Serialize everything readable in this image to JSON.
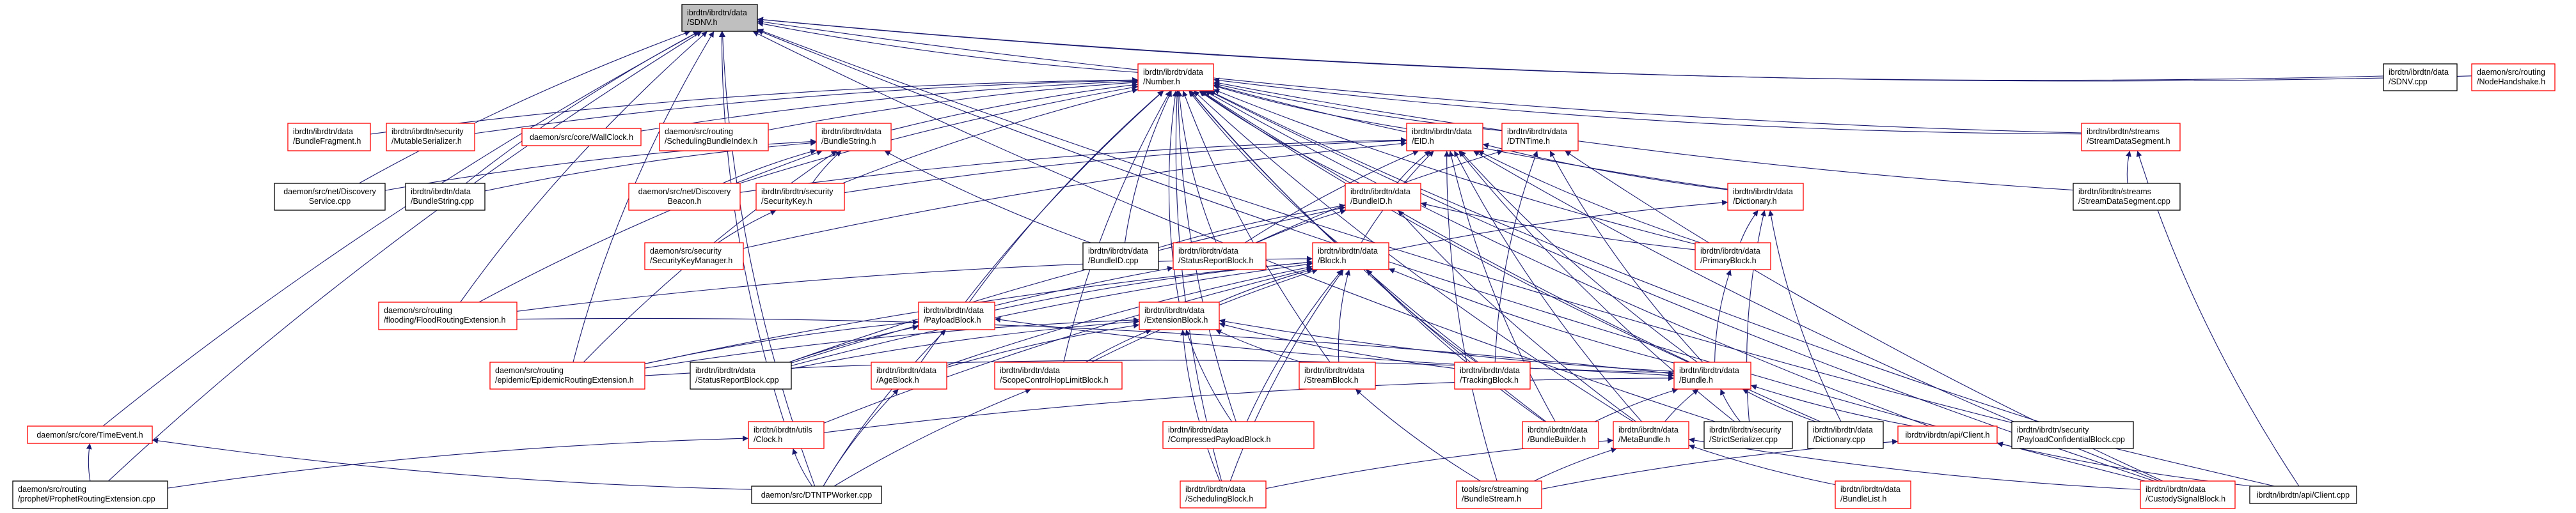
{
  "colors": {
    "edge": "#191970",
    "node_border_linked": "#ff0000",
    "node_border_plain": "#000000",
    "root_fill": "#bfbfbf"
  },
  "nodes": [
    {
      "id": "sdnv_h",
      "lines": [
        "ibrdtn/ibrdtn/data",
        "/SDNV.h"
      ],
      "style": "gray"
    },
    {
      "id": "number_h",
      "lines": [
        "ibrdtn/ibrdtn/data",
        "/Number.h"
      ],
      "style": "red"
    },
    {
      "id": "bundlefragment_h",
      "lines": [
        "ibrdtn/ibrdtn/data",
        "/BundleFragment.h"
      ],
      "style": "red"
    },
    {
      "id": "mutableserializer_h",
      "lines": [
        "ibrdtn/ibrdtn/security",
        "/MutableSerializer.h"
      ],
      "style": "red"
    },
    {
      "id": "wallclock_h",
      "lines": [
        "daemon/src/core/WallClock.h"
      ],
      "style": "red"
    },
    {
      "id": "schedidx_h",
      "lines": [
        "daemon/src/routing",
        "/SchedulingBundleIndex.h"
      ],
      "style": "red"
    },
    {
      "id": "bundlestring_h",
      "lines": [
        "ibrdtn/ibrdtn/data",
        "/BundleString.h"
      ],
      "style": "red"
    },
    {
      "id": "eid_h",
      "lines": [
        "ibrdtn/ibrdtn/data",
        "/EID.h"
      ],
      "style": "red"
    },
    {
      "id": "dtntime_h",
      "lines": [
        "ibrdtn/ibrdtn/data",
        "/DTNTime.h"
      ],
      "style": "red"
    },
    {
      "id": "streamdataseg_h",
      "lines": [
        "ibrdtn/ibrdtn/streams",
        "/StreamDataSegment.h"
      ],
      "style": "red"
    },
    {
      "id": "sdnv_cpp",
      "lines": [
        "ibrdtn/ibrdtn/data",
        "/SDNV.cpp"
      ],
      "style": "black"
    },
    {
      "id": "nodehandshake_h",
      "lines": [
        "daemon/src/routing",
        "/NodeHandshake.h"
      ],
      "style": "red"
    },
    {
      "id": "discoveryservice_cpp",
      "lines": [
        "daemon/src/net/Discovery",
        "Service.cpp"
      ],
      "style": "black"
    },
    {
      "id": "bundlestring_cpp",
      "lines": [
        "ibrdtn/ibrdtn/data",
        "/BundleString.cpp"
      ],
      "style": "black"
    },
    {
      "id": "discoverybeacon_h",
      "lines": [
        "daemon/src/net/Discovery",
        "Beacon.h"
      ],
      "style": "red"
    },
    {
      "id": "securitykey_h",
      "lines": [
        "ibrdtn/ibrdtn/security",
        "/SecurityKey.h"
      ],
      "style": "red"
    },
    {
      "id": "bundleid_h",
      "lines": [
        "ibrdtn/ibrdtn/data",
        "/BundleID.h"
      ],
      "style": "red"
    },
    {
      "id": "dictionary_h",
      "lines": [
        "ibrdtn/ibrdtn/data",
        "/Dictionary.h"
      ],
      "style": "red"
    },
    {
      "id": "streamdataseg_cpp",
      "lines": [
        "ibrdtn/ibrdtn/streams",
        "/StreamDataSegment.cpp"
      ],
      "style": "black"
    },
    {
      "id": "securitykeymanager_h",
      "lines": [
        "daemon/src/security",
        "/SecurityKeyManager.h"
      ],
      "style": "red"
    },
    {
      "id": "bundleid_cpp",
      "lines": [
        "ibrdtn/ibrdtn/data",
        "/BundleID.cpp"
      ],
      "style": "black"
    },
    {
      "id": "statusreportblock_h",
      "lines": [
        "ibrdtn/ibrdtn/data",
        "/StatusReportBlock.h"
      ],
      "style": "red"
    },
    {
      "id": "block_h",
      "lines": [
        "ibrdtn/ibrdtn/data",
        "/Block.h"
      ],
      "style": "red"
    },
    {
      "id": "primaryblock_h",
      "lines": [
        "ibrdtn/ibrdtn/data",
        "/PrimaryBlock.h"
      ],
      "style": "red"
    },
    {
      "id": "floodrouting_h",
      "lines": [
        "daemon/src/routing",
        "/flooding/FloodRoutingExtension.h"
      ],
      "style": "red"
    },
    {
      "id": "payloadblock_h",
      "lines": [
        "ibrdtn/ibrdtn/data",
        "/PayloadBlock.h"
      ],
      "style": "red"
    },
    {
      "id": "extensionblock_h",
      "lines": [
        "ibrdtn/ibrdtn/data",
        "/ExtensionBlock.h"
      ],
      "style": "red"
    },
    {
      "id": "epidemic_h",
      "lines": [
        "daemon/src/routing",
        "/epidemic/EpidemicRoutingExtension.h"
      ],
      "style": "red"
    },
    {
      "id": "statusreportblock_cpp",
      "lines": [
        "ibrdtn/ibrdtn/data",
        "/StatusReportBlock.cpp"
      ],
      "style": "black"
    },
    {
      "id": "ageblock_h",
      "lines": [
        "ibrdtn/ibrdtn/data",
        "/AgeBlock.h"
      ],
      "style": "red"
    },
    {
      "id": "scopecontrol_h",
      "lines": [
        "ibrdtn/ibrdtn/data",
        "/ScopeControlHopLimitBlock.h"
      ],
      "style": "red"
    },
    {
      "id": "streamblock_h",
      "lines": [
        "ibrdtn/ibrdtn/data",
        "/StreamBlock.h"
      ],
      "style": "red"
    },
    {
      "id": "trackingblock_h",
      "lines": [
        "ibrdtn/ibrdtn/data",
        "/TrackingBlock.h"
      ],
      "style": "red"
    },
    {
      "id": "bundle_h",
      "lines": [
        "ibrdtn/ibrdtn/data",
        "/Bundle.h"
      ],
      "style": "red"
    },
    {
      "id": "timeevent_h",
      "lines": [
        "daemon/src/core/TimeEvent.h"
      ],
      "style": "red"
    },
    {
      "id": "clock_h",
      "lines": [
        "ibrdtn/ibrdtn/utils",
        "/Clock.h"
      ],
      "style": "red"
    },
    {
      "id": "compressed_h",
      "lines": [
        "ibrdtn/ibrdtn/data",
        "/CompressedPayloadBlock.h"
      ],
      "style": "red"
    },
    {
      "id": "bundlebuilder_h",
      "lines": [
        "ibrdtn/ibrdtn/data",
        "/BundleBuilder.h"
      ],
      "style": "red"
    },
    {
      "id": "metabundle_h",
      "lines": [
        "ibrdtn/ibrdtn/data",
        "/MetaBundle.h"
      ],
      "style": "red"
    },
    {
      "id": "strictserializer_cpp",
      "lines": [
        "ibrdtn/ibrdtn/security",
        "/StrictSerializer.cpp"
      ],
      "style": "black"
    },
    {
      "id": "dictionary_cpp",
      "lines": [
        "ibrdtn/ibrdtn/data",
        "/Dictionary.cpp"
      ],
      "style": "black"
    },
    {
      "id": "client_h",
      "lines": [
        "ibrdtn/ibrdtn/api/Client.h"
      ],
      "style": "red"
    },
    {
      "id": "payloadconf_cpp",
      "lines": [
        "ibrdtn/ibrdtn/security",
        "/PayloadConfidentialBlock.cpp"
      ],
      "style": "black"
    },
    {
      "id": "prophet_cpp",
      "lines": [
        "daemon/src/routing",
        "/prophet/ProphetRoutingExtension.cpp"
      ],
      "style": "black"
    },
    {
      "id": "dtntpworker_cpp",
      "lines": [
        "daemon/src/DTNTPWorker.cpp"
      ],
      "style": "black"
    },
    {
      "id": "schedulingblock_h",
      "lines": [
        "ibrdtn/ibrdtn/data",
        "/SchedulingBlock.h"
      ],
      "style": "red"
    },
    {
      "id": "bundlestream_h",
      "lines": [
        "tools/src/streaming",
        "/BundleStream.h"
      ],
      "style": "red"
    },
    {
      "id": "bundlelist_h",
      "lines": [
        "ibrdtn/ibrdtn/data",
        "/BundleList.h"
      ],
      "style": "red"
    },
    {
      "id": "custodysignal_h",
      "lines": [
        "ibrdtn/ibrdtn/data",
        "/CustodySignalBlock.h"
      ],
      "style": "red"
    },
    {
      "id": "client_cpp",
      "lines": [
        "ibrdtn/ibrdtn/api/Client.cpp"
      ],
      "style": "black"
    }
  ],
  "edges": [
    [
      "number_h",
      "sdnv_h"
    ],
    [
      "sdnv_cpp",
      "sdnv_h"
    ],
    [
      "nodehandshake_h",
      "sdnv_h"
    ],
    [
      "prophet_cpp",
      "sdnv_h"
    ],
    [
      "timeevent_h",
      "sdnv_h"
    ],
    [
      "floodrouting_h",
      "sdnv_h"
    ],
    [
      "epidemic_h",
      "sdnv_h"
    ],
    [
      "discoveryservice_cpp",
      "sdnv_h"
    ],
    [
      "bundlestring_cpp",
      "sdnv_h"
    ],
    [
      "dtntpworker_cpp",
      "sdnv_h"
    ],
    [
      "streamdataseg_h",
      "sdnv_h"
    ],
    [
      "client_cpp",
      "sdnv_h"
    ],
    [
      "custodysignal_h",
      "sdnv_h"
    ],
    [
      "strictserializer_cpp",
      "sdnv_h"
    ],
    [
      "clock_h",
      "sdnv_h"
    ],
    [
      "bundlefragment_h",
      "number_h"
    ],
    [
      "mutableserializer_h",
      "number_h"
    ],
    [
      "wallclock_h",
      "number_h"
    ],
    [
      "schedidx_h",
      "number_h"
    ],
    [
      "bundlestring_h",
      "number_h"
    ],
    [
      "eid_h",
      "number_h"
    ],
    [
      "dtntime_h",
      "number_h"
    ],
    [
      "discoverybeacon_h",
      "number_h"
    ],
    [
      "securitykey_h",
      "number_h"
    ],
    [
      "bundleid_h",
      "number_h"
    ],
    [
      "dictionary_h",
      "number_h"
    ],
    [
      "bundleid_cpp",
      "number_h"
    ],
    [
      "statusreportblock_h",
      "number_h"
    ],
    [
      "block_h",
      "number_h"
    ],
    [
      "primaryblock_h",
      "number_h"
    ],
    [
      "payloadblock_h",
      "number_h"
    ],
    [
      "extensionblock_h",
      "number_h"
    ],
    [
      "ageblock_h",
      "number_h"
    ],
    [
      "scopecontrol_h",
      "number_h"
    ],
    [
      "streamdataseg_h",
      "number_h"
    ],
    [
      "streamdataseg_cpp",
      "number_h"
    ],
    [
      "bundle_h",
      "number_h"
    ],
    [
      "trackingblock_h",
      "number_h"
    ],
    [
      "bundlebuilder_h",
      "number_h"
    ],
    [
      "metabundle_h",
      "number_h"
    ],
    [
      "client_h",
      "number_h"
    ],
    [
      "custodysignal_h",
      "number_h"
    ],
    [
      "streamblock_h",
      "number_h"
    ],
    [
      "compressed_h",
      "number_h"
    ],
    [
      "schedulingblock_h",
      "number_h"
    ],
    [
      "dictionary_cpp",
      "number_h"
    ],
    [
      "payloadconf_cpp",
      "number_h"
    ],
    [
      "discoveryservice_cpp",
      "bundlestring_h"
    ],
    [
      "bundlestring_cpp",
      "bundlestring_h"
    ],
    [
      "securitykey_h",
      "bundlestring_h"
    ],
    [
      "discoverybeacon_h",
      "bundlestring_h"
    ],
    [
      "bundleid_cpp",
      "bundlestring_h"
    ],
    [
      "floodrouting_h",
      "bundlestring_h"
    ],
    [
      "epidemic_h",
      "bundlestring_h"
    ],
    [
      "securitykeymanager_h",
      "securitykey_h"
    ],
    [
      "bundleid_h",
      "eid_h"
    ],
    [
      "block_h",
      "eid_h"
    ],
    [
      "dictionary_h",
      "eid_h"
    ],
    [
      "primaryblock_h",
      "eid_h"
    ],
    [
      "bundle_h",
      "eid_h"
    ],
    [
      "metabundle_h",
      "eid_h"
    ],
    [
      "bundlestream_h",
      "eid_h"
    ],
    [
      "securitykey_h",
      "eid_h"
    ],
    [
      "securitykeymanager_h",
      "eid_h"
    ],
    [
      "statusreportblock_h",
      "eid_h"
    ],
    [
      "discoverybeacon_h",
      "eid_h"
    ],
    [
      "custodysignal_h",
      "eid_h"
    ],
    [
      "strictserializer_cpp",
      "eid_h"
    ],
    [
      "bundlebuilder_h",
      "eid_h"
    ],
    [
      "statusreportblock_h",
      "dtntime_h"
    ],
    [
      "bundle_h",
      "dtntime_h"
    ],
    [
      "trackingblock_h",
      "dtntime_h"
    ],
    [
      "custodysignal_h",
      "dtntime_h"
    ],
    [
      "bundleid_cpp",
      "bundleid_h"
    ],
    [
      "statusreportblock_h",
      "bundleid_h"
    ],
    [
      "primaryblock_h",
      "bundleid_h"
    ],
    [
      "metabundle_h",
      "bundleid_h"
    ],
    [
      "statusreportblock_cpp",
      "bundleid_h"
    ],
    [
      "block_h",
      "dictionary_h"
    ],
    [
      "primaryblock_h",
      "dictionary_h"
    ],
    [
      "strictserializer_cpp",
      "dictionary_h"
    ],
    [
      "dictionary_cpp",
      "dictionary_h"
    ],
    [
      "statusreportblock_cpp",
      "statusreportblock_h"
    ],
    [
      "extensionblock_h",
      "block_h"
    ],
    [
      "payloadblock_h",
      "block_h"
    ],
    [
      "streamblock_h",
      "block_h"
    ],
    [
      "trackingblock_h",
      "block_h"
    ],
    [
      "bundle_h",
      "block_h"
    ],
    [
      "statusreportblock_cpp",
      "block_h"
    ],
    [
      "floodrouting_h",
      "block_h"
    ],
    [
      "epidemic_h",
      "block_h"
    ],
    [
      "compressed_h",
      "block_h"
    ],
    [
      "schedulingblock_h",
      "block_h"
    ],
    [
      "ageblock_h",
      "block_h"
    ],
    [
      "scopecontrol_h",
      "block_h"
    ],
    [
      "bundlebuilder_h",
      "block_h"
    ],
    [
      "clock_h",
      "block_h"
    ],
    [
      "bundle_h",
      "primaryblock_h"
    ],
    [
      "bundle_h",
      "payloadblock_h"
    ],
    [
      "statusreportblock_cpp",
      "payloadblock_h"
    ],
    [
      "dtntpworker_cpp",
      "payloadblock_h"
    ],
    [
      "epidemic_h",
      "payloadblock_h"
    ],
    [
      "ageblock_h",
      "extensionblock_h"
    ],
    [
      "scopecontrol_h",
      "extensionblock_h"
    ],
    [
      "compressed_h",
      "extensionblock_h"
    ],
    [
      "schedulingblock_h",
      "extensionblock_h"
    ],
    [
      "streamblock_h",
      "extensionblock_h"
    ],
    [
      "trackingblock_h",
      "extensionblock_h"
    ],
    [
      "bundle_h",
      "extensionblock_h"
    ],
    [
      "statusreportblock_cpp",
      "extensionblock_h"
    ],
    [
      "epidemic_h",
      "extensionblock_h"
    ],
    [
      "bundlebuilder_h",
      "bundle_h"
    ],
    [
      "metabundle_h",
      "bundle_h"
    ],
    [
      "strictserializer_cpp",
      "bundle_h"
    ],
    [
      "dictionary_cpp",
      "bundle_h"
    ],
    [
      "client_h",
      "bundle_h"
    ],
    [
      "clock_h",
      "bundle_h"
    ],
    [
      "epidemic_h",
      "bundle_h"
    ],
    [
      "floodrouting_h",
      "bundle_h"
    ],
    [
      "dtntpworker_cpp",
      "clock_h"
    ],
    [
      "prophet_cpp",
      "clock_h"
    ],
    [
      "dtntpworker_cpp",
      "ageblock_h"
    ],
    [
      "dtntpworker_cpp",
      "scopecontrol_h"
    ],
    [
      "prophet_cpp",
      "timeevent_h"
    ],
    [
      "dtntpworker_cpp",
      "timeevent_h"
    ],
    [
      "bundlestream_h",
      "metabundle_h"
    ],
    [
      "bundlelist_h",
      "metabundle_h"
    ],
    [
      "schedulingblock_h",
      "metabundle_h"
    ],
    [
      "custodysignal_h",
      "metabundle_h"
    ],
    [
      "bundlestream_h",
      "streamblock_h"
    ],
    [
      "bundlestream_h",
      "client_h"
    ],
    [
      "client_cpp",
      "client_h"
    ],
    [
      "streamdataseg_cpp",
      "streamdataseg_h"
    ],
    [
      "client_cpp",
      "streamdataseg_h"
    ]
  ]
}
